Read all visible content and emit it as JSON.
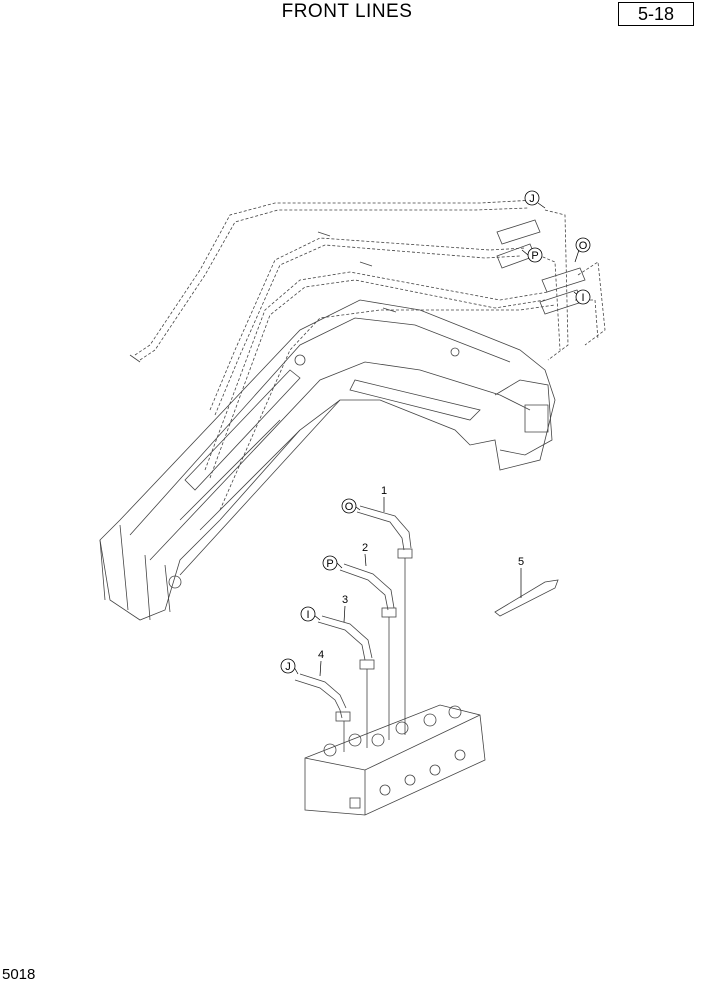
{
  "header": {
    "title": "FRONT LINES",
    "page_number": "5-18"
  },
  "footer": {
    "code": "5018"
  },
  "callouts": {
    "J_top": "J",
    "P_top": "P",
    "O_top": "O",
    "I_top": "I",
    "O": "O",
    "P": "P",
    "I": "I",
    "J": "J"
  },
  "parts": {
    "p1": "1",
    "p2": "2",
    "p3": "3",
    "p4": "4",
    "p5": "5"
  }
}
